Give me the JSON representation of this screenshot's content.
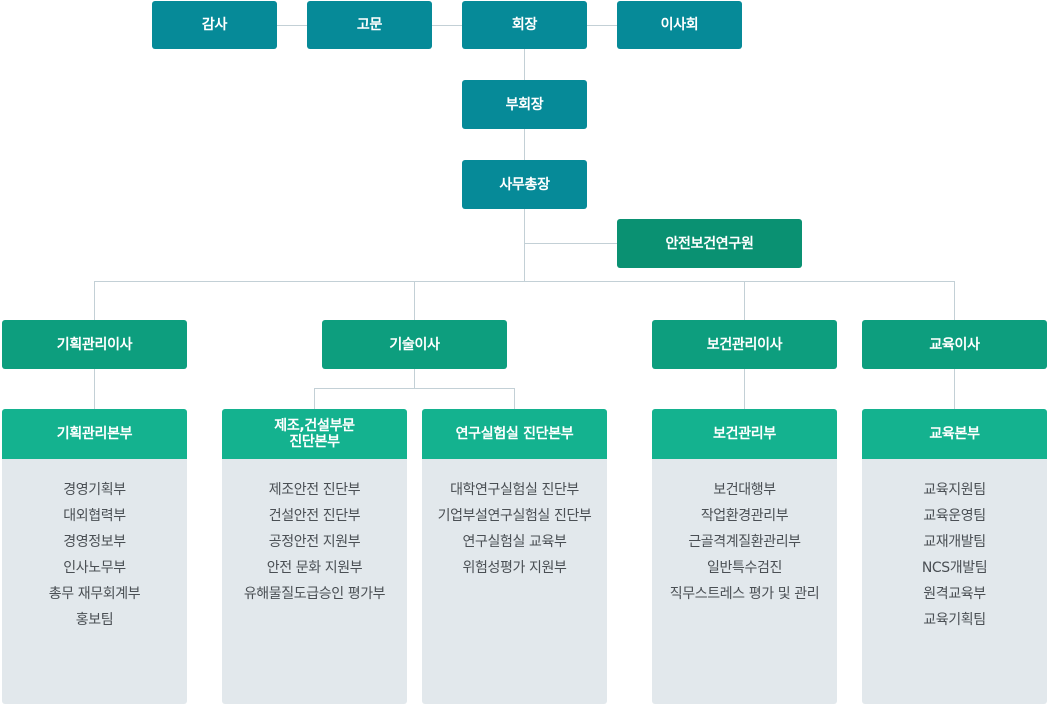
{
  "top": {
    "audit": "감사",
    "advisor": "고문",
    "chairman": "회장",
    "board": "이사회"
  },
  "vice_chairman": "부회장",
  "secretary_general": "사무총장",
  "institute": "안전보건연구원",
  "directors": {
    "planning": "기획관리이사",
    "tech": "기술이사",
    "health": "보건관리이사",
    "education": "교육이사"
  },
  "divisions": [
    {
      "title": "기획관리본부",
      "items": [
        "경영기획부",
        "대외협력부",
        "경영정보부",
        "인사노무부",
        "총무 재무회계부",
        "홍보팀"
      ]
    },
    {
      "title": "제조,건설부문\n진단본부",
      "items": [
        "제조안전 진단부",
        "건설안전 진단부",
        "공정안전 지원부",
        "안전 문화 지원부",
        "유해물질도급승인 평가부"
      ]
    },
    {
      "title": "연구실험실 진단본부",
      "items": [
        "대학연구실험실 진단부",
        "기업부설연구실험실 진단부",
        "연구실험실 교육부",
        "위험성평가 지원부"
      ]
    },
    {
      "title": "보건관리부",
      "items": [
        "보건대행부",
        "작업환경관리부",
        "근골격계질환관리부",
        "일반특수검진",
        "직무스트레스 평가 및 관리"
      ]
    },
    {
      "title": "교육본부",
      "items": [
        "교육지원팀",
        "교육운영팀",
        "교재개발팀",
        "NCS개발팀",
        "원격교육부",
        "교육기획팀"
      ]
    }
  ]
}
